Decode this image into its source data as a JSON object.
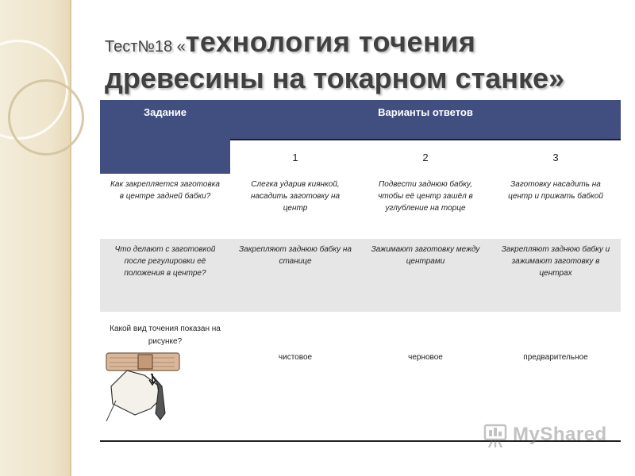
{
  "title": {
    "prefix": "Тест№18 «",
    "part1": "технология точения",
    "part2": "древесины на токарном станке»"
  },
  "table": {
    "header_task": "Задание",
    "header_answers": "Варианты ответов",
    "numbers": [
      "1",
      "2",
      "3"
    ],
    "rows": [
      {
        "question": "Как закрепляется заготовка в центре задней бабки?",
        "answers": [
          "Слегка ударив киянкой, насадить заготовку на центр",
          "Подвести заднюю бабку, чтобы её центр зашёл в углубление на торце",
          "Заготовку насадить на центр и прижать бабкой"
        ]
      },
      {
        "question": "Что делают с заготовкой после регулировки её положения в центре?",
        "answers": [
          "Закрепляют заднюю бабку на станице",
          "Зажимают заготовку между центрами",
          "Закрепляют заднюю бабку и зажимают заготовку в центрах"
        ]
      },
      {
        "question": "Какой вид точения показан на рисунке?",
        "answers": [
          "чистовое",
          "черновое",
          "предварительное"
        ]
      }
    ]
  },
  "watermark": {
    "text": "MyShared",
    "icon": "myshared-logo-icon"
  },
  "colors": {
    "header_bg": "#404f80",
    "title_color": "#404040",
    "band": "#efe5cc"
  }
}
